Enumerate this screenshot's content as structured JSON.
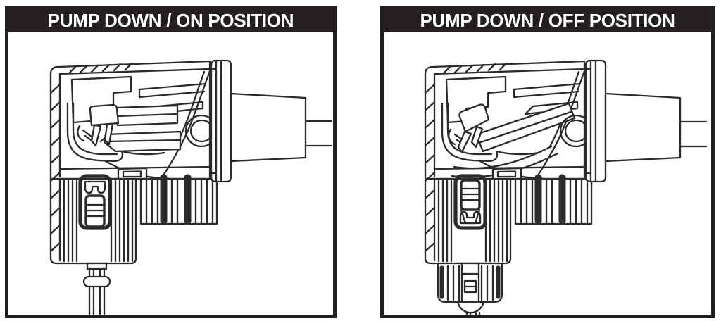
{
  "panels": [
    {
      "id": "on",
      "title": "PUMP DOWN / ON POSITION"
    },
    {
      "id": "off",
      "title": "PUMP DOWN / OFF POSITION"
    }
  ],
  "colors": {
    "header_bg": "#231f20",
    "header_text": "#ffffff",
    "line": "#2d2a2b",
    "panel_bg": "#ffffff",
    "page_bg": "#ffffff",
    "border": "#231f20"
  }
}
